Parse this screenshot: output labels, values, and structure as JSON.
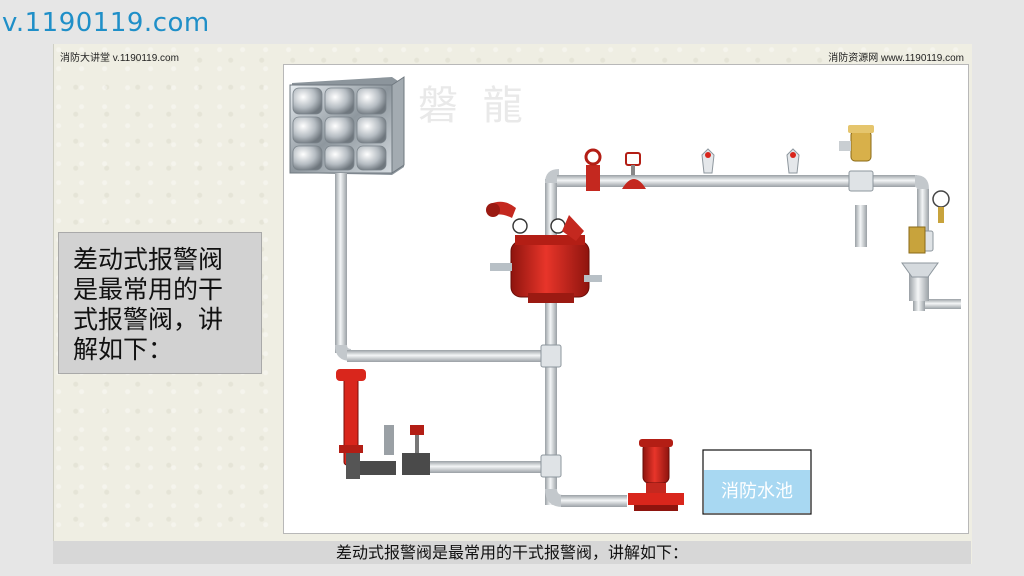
{
  "site_url": "v.1190119.com",
  "slide": {
    "header_left": "消防大讲堂 v.1190119.com",
    "header_right": "消防资源网 www.1190119.com"
  },
  "text_box": {
    "lines": [
      "差动式报警阀",
      "是最常用的干",
      "式报警阀，讲",
      "解如下："
    ]
  },
  "diagram": {
    "watermark": "磐 龍",
    "pool_label": "消防水池",
    "colors": {
      "pipe": "#cfd3d6",
      "valve_red": "#d9261c",
      "pool_fill": "#a8d8f2",
      "brass": "#d8b04a"
    }
  },
  "caption": "差动式报警阀是最常用的干式报警阀，讲解如下："
}
